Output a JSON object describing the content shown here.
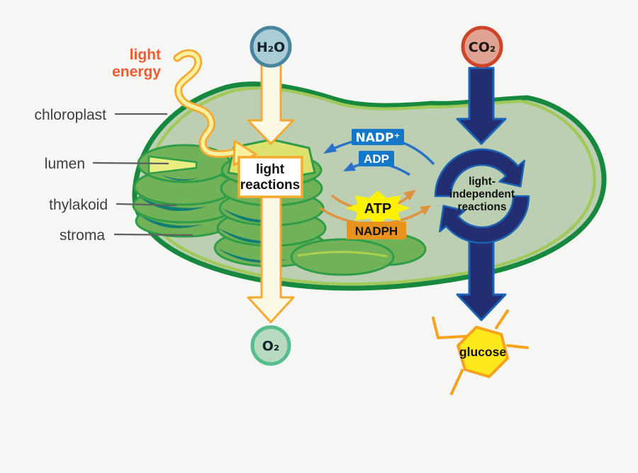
{
  "part_labels": {
    "chloroplast": "chloroplast",
    "lumen": "lumen",
    "thylakoid": "thylakoid",
    "stroma": "stroma"
  },
  "energy_label": {
    "line1": "light",
    "line2": "energy"
  },
  "molecules": {
    "h2o": "H₂O",
    "co2": "CO₂",
    "o2": "O₂",
    "glucose": "glucose"
  },
  "processes": {
    "light_reactions": {
      "line1": "light",
      "line2": "reactions"
    },
    "light_independent": {
      "line1": "light-",
      "line2": "independent",
      "line3": "reactions"
    }
  },
  "carriers": {
    "nadp": "NADP⁺",
    "adp": "ADP",
    "atp": "ATP",
    "nadph": "NADPH"
  },
  "colors": {
    "background": "#f6f6f5",
    "chloroplast_fill": "#bccfb2",
    "chloroplast_border": "#17893f",
    "chloroplast_inner_line": "#a0c95a",
    "thylakoid_fill": "#71b259",
    "thylakoid_outline": "#2f9c47",
    "thylakoid_shadow": "#107c72",
    "lumen_fill": "#e9ee80",
    "thylakoid_top_face": "#dde26e",
    "cream_arrow_fill": "#fbf9e4",
    "orange_outline": "#f6a82f",
    "navy": "#232d71",
    "navy_outline": "#1b63b5",
    "blue_label_box": "#1577c8",
    "blue_arrow": "#2a72c8",
    "orange_arrow": "#e0923f",
    "nadph_box": "#e8931d",
    "atp_yellow": "#fef200",
    "glucose_fill": "#ffe81c",
    "glucose_border": "#f6a21d",
    "h2o_fill": "#a9ccd6",
    "h2o_border": "#49849e",
    "co2_fill": "#e0a393",
    "co2_border": "#cf4328",
    "o2_fill": "#b7d9c0",
    "o2_border": "#56bd8e",
    "light_energy_text": "#f15b2d",
    "label_text": "#3e3e3e",
    "pointer_line": "#5f5f5f",
    "text_dark": "#111111"
  }
}
